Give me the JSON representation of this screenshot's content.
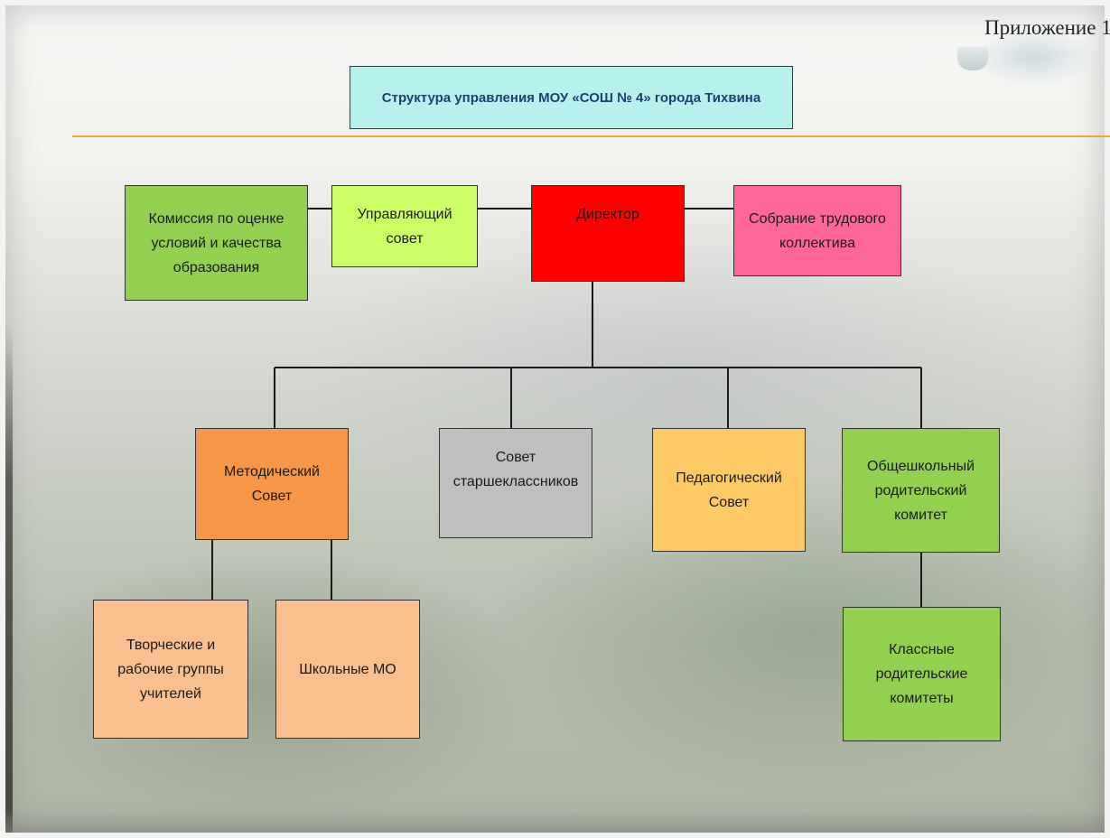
{
  "appendix_label": "Приложение 1",
  "title": "Структура управления МОУ «СОШ № 4» города Тихвина",
  "nodes": {
    "commission": "Комиссия по оценке\nусловий и качества\nобразования",
    "managing_council": "Управляющий\nсовет",
    "director": "Директор",
    "labor_assembly": "Собрание трудового\nколлектива",
    "methodical_council": "Методический\nСовет",
    "senior_students_council": "Совет\nстаршеклассников",
    "pedagogical_council": "Педагогический\nСовет",
    "parents_committee": "Общешкольный\nродительский\nкомитет",
    "creative_groups": "Творческие и\nрабочие группы\nучителей",
    "school_mo": "Школьные МО",
    "class_parents_committees": "Классные\nродительские\nкомитеты"
  },
  "colors": {
    "commission": "#92d050",
    "managing_council": "#ccff66",
    "director": "#ff0000",
    "labor_assembly": "#ff6699",
    "methodical_council": "#f79646",
    "senior_students_council": "#bfbfbf",
    "pedagogical_council": "#ffc966",
    "parents_committee": "#92d050",
    "creative_groups": "#fabf8f",
    "school_mo": "#fabf8f",
    "class_parents_committees": "#92d050",
    "title_box": "#b7f1ee",
    "divider": "#f0a340"
  }
}
